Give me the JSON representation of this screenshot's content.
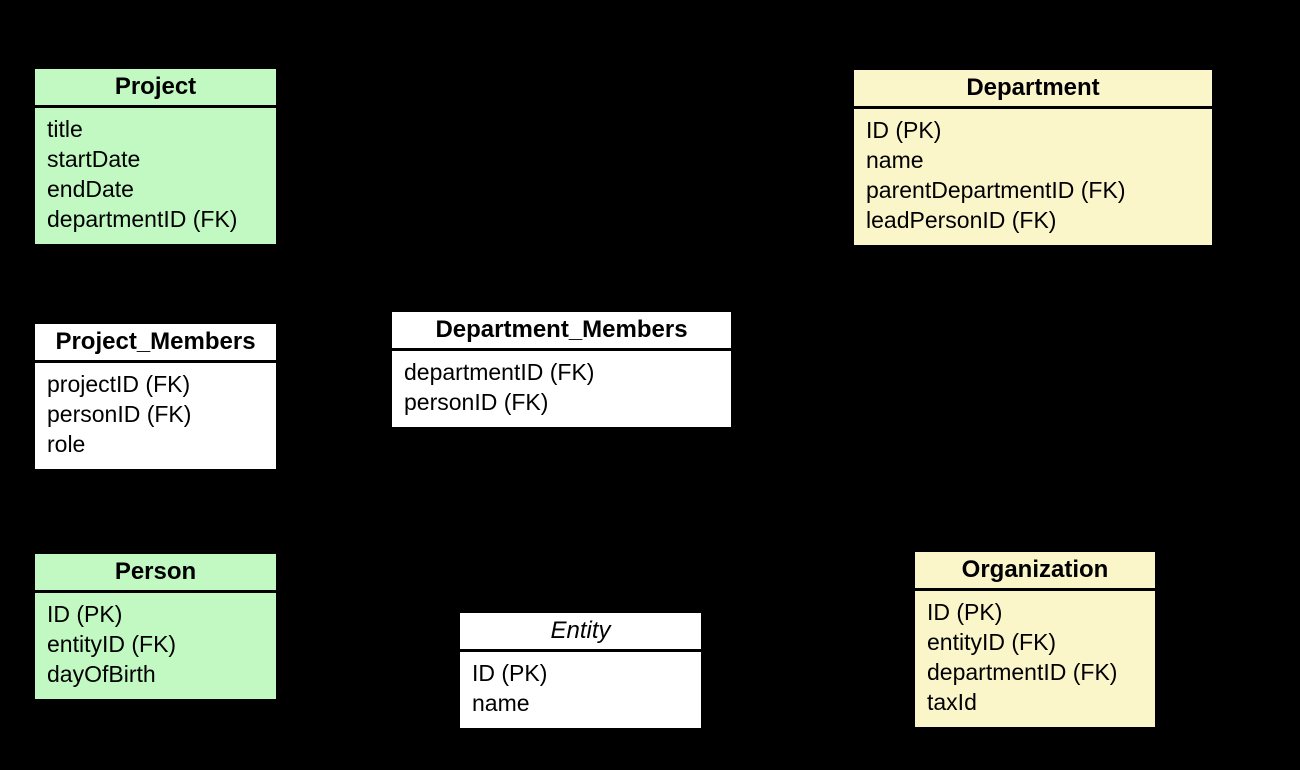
{
  "colors": {
    "background": "#000000",
    "green": "#c2f8c2",
    "yellow": "#fbf5ca",
    "white": "#ffffff",
    "line": "#000000",
    "text": "#000000"
  },
  "diagram": {
    "tables": [
      {
        "name": "Project",
        "style": "green",
        "abstract": false,
        "fields": [
          "title",
          "startDate",
          "endDate",
          "departmentID (FK)"
        ]
      },
      {
        "name": "Department",
        "style": "yellow",
        "abstract": false,
        "fields": [
          "ID (PK)",
          "name",
          "parentDepartmentID (FK)",
          "leadPersonID (FK)"
        ]
      },
      {
        "name": "Project_Members",
        "style": "white",
        "abstract": false,
        "fields": [
          "projectID (FK)",
          "personID (FK)",
          "role"
        ]
      },
      {
        "name": "Department_Members",
        "style": "white",
        "abstract": false,
        "fields": [
          "departmentID (FK)",
          "personID (FK)"
        ]
      },
      {
        "name": "Person",
        "style": "green",
        "abstract": false,
        "fields": [
          "ID (PK)",
          "entityID (FK)",
          "dayOfBirth"
        ]
      },
      {
        "name": "Entity",
        "style": "white",
        "abstract": true,
        "fields": [
          "ID (PK)",
          "name"
        ]
      },
      {
        "name": "Organization",
        "style": "yellow",
        "abstract": false,
        "fields": [
          "ID (PK)",
          "entityID (FK)",
          "departmentID (FK)",
          "taxId"
        ]
      }
    ]
  }
}
